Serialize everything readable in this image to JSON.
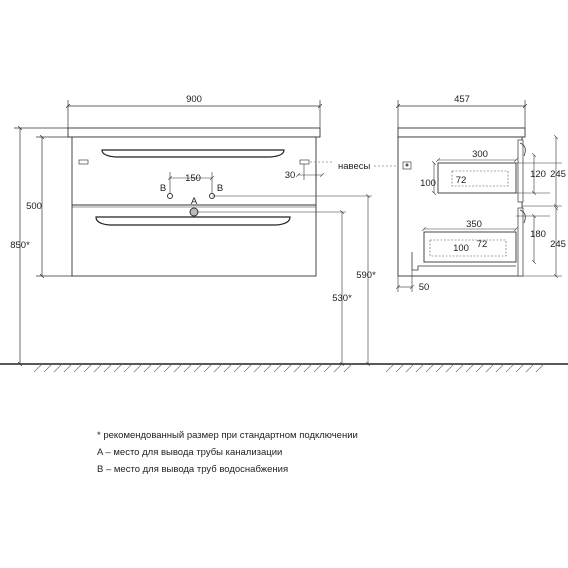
{
  "front": {
    "width_label": "900",
    "height_label": "500",
    "total_height_label": "850*",
    "pipe_spacing_label": "150",
    "point_b_left_label": "B",
    "point_b_right_label": "B",
    "point_a_label": "A",
    "height_590_label": "590*",
    "height_530_label": "530*",
    "hinge_offset_label": "30",
    "hinges_label": "навесы"
  },
  "side": {
    "depth_label": "457",
    "upper_drawer_width_label": "300",
    "upper_drawer_height_label": "100",
    "upper_drawer_depth_label": "72",
    "upper_inner_label": "120",
    "upper_outer_label": "245",
    "lower_drawer_width_label": "350",
    "lower_drawer_height_label": "100",
    "lower_drawer_depth_label": "72",
    "lower_inner_label": "180",
    "lower_outer_label": "245",
    "back_offset_label": "50"
  },
  "notes": [
    "* рекомендованный размер при стандартном подключении",
    "A – место для вывода трубы канализации",
    "B – место для вывода труб водоснабжения"
  ]
}
